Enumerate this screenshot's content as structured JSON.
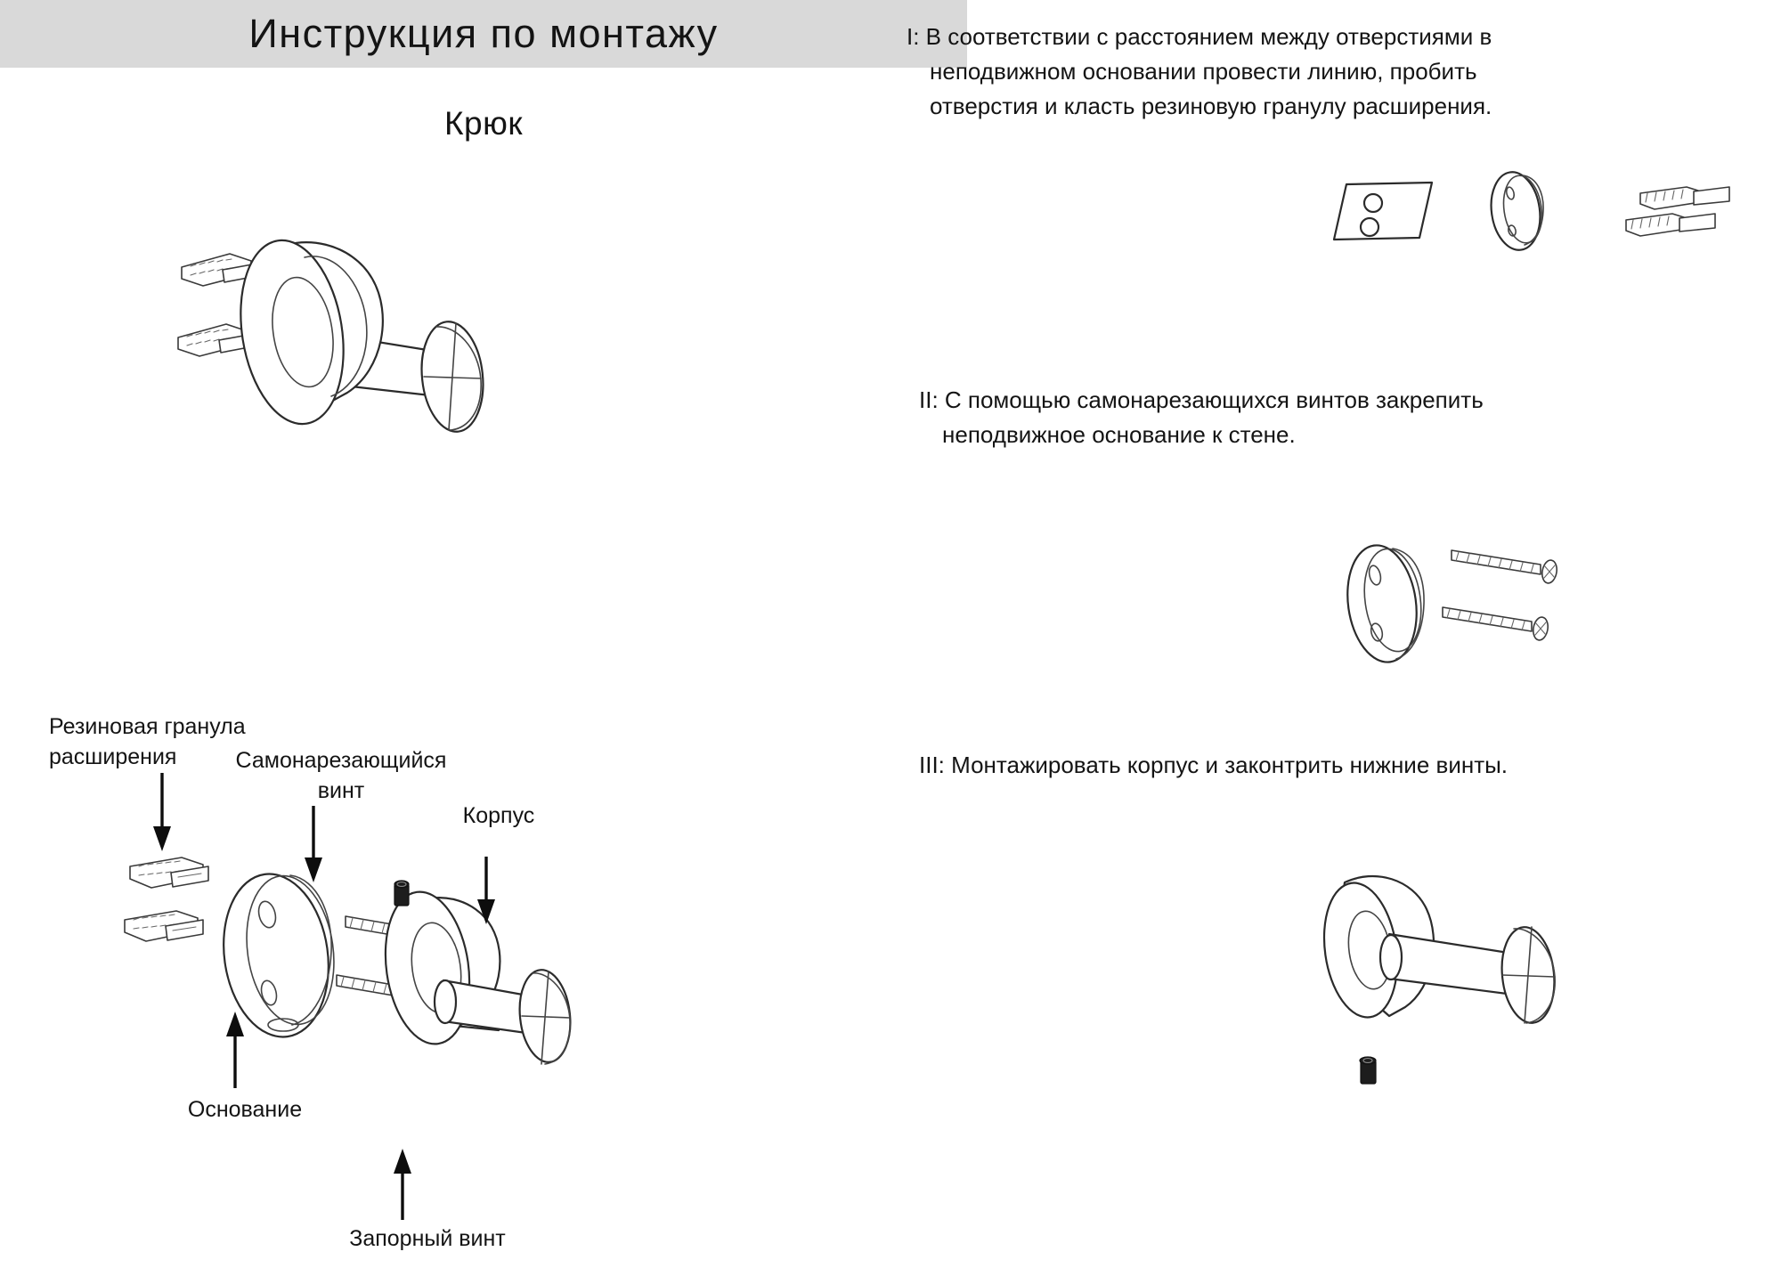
{
  "header": {
    "title": "Инструкция по монтажу",
    "subtitle": "Крюк"
  },
  "labels": {
    "anchor": "Резиновая гранула\nрасширения",
    "screw": "Самонарезающийся\nвинт",
    "body": "Корпус",
    "base": "Основание",
    "lock_screw": "Запорный винт"
  },
  "steps": [
    {
      "id": "I",
      "line1": "I: В соответствии с расстоянием между отверстиями в",
      "line2": "неподвижном основании провести линию, пробить",
      "line3": "отверстия и класть резиновую гранулу расширения."
    },
    {
      "id": "II",
      "line1": "II: С помощью самонарезающихся винтов закрепить",
      "line2": "неподвижное основание к стене.",
      "line3": ""
    },
    {
      "id": "III",
      "line1": "III: Монтажировать корпус и законтрить нижние винты.",
      "line2": "",
      "line3": ""
    }
  ],
  "colors": {
    "banner_bg": "#d9d9d9",
    "text": "#141414",
    "line_art": "#2b2b2b",
    "dark_part": "#1d1d1d",
    "page_bg": "#ffffff"
  },
  "icons": {
    "hook_assembly": "hook-assembly-icon",
    "wall_plate": "wall-plate-icon",
    "base_ring": "base-ring-icon",
    "anchor_plug": "anchor-plug-icon",
    "self_tapping_screw": "self-tapping-screw-icon",
    "lock_screw": "lock-screw-icon",
    "arrow_down": "arrow-down-icon",
    "arrow_up": "arrow-up-icon"
  }
}
